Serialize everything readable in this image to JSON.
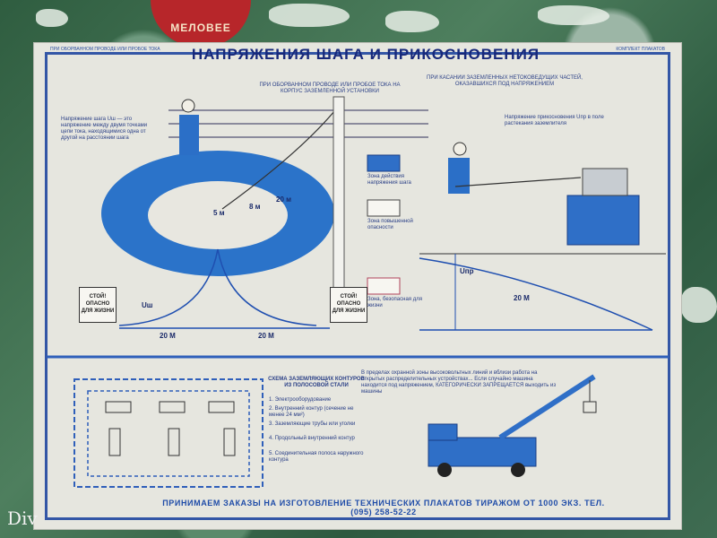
{
  "wall": {
    "sticker_text": "МЕЛОВЕЕ",
    "watermark": "Div"
  },
  "poster": {
    "title": "НАПРЯЖЕНИЯ ШАГА И ПРИКОСНОВЕНИЯ",
    "corner_left": "ПРИ ОБОРВАННОМ ПРОВОДЕ ИЛИ ПРОБОЕ ТОКА",
    "section_left": "ПРИ ОБОРВАННОМ ПРОВОДЕ ИЛИ ПРОБОЕ ТОКА НА КОРПУС ЗАЗЕМЛЕННОЙ УСТАНОВКИ",
    "section_right": "ПРИ КАСАНИИ ЗАЗЕМЛЕННЫХ НЕТОКОВЕДУЩИХ ЧАСТЕЙ, ОКАЗАВШИХСЯ ПОД НАПРЯЖЕНИЕМ",
    "step_text": "Напряжение шага Uш — это напряжение между двумя точками цепи тока, находящимися одна от другой на расстоянии шага",
    "touch_text": "Напряжение прикосновения Uпр в поле растекания заземлителя",
    "zones": [
      "Зона действия напряжения шага",
      "Зона повышенной опасности",
      "Зона, безопасная для жизни"
    ],
    "dist_labels": [
      "5 м",
      "8 м",
      "20 м"
    ],
    "bottom_dims": [
      "20 М",
      "20 М"
    ],
    "right_dim": "20 М",
    "u_labels": [
      "Uш",
      "Uпр"
    ],
    "sign_text": "СТОЙ! ОПАСНО ДЛЯ ЖИЗНИ",
    "scheme_title": "СХЕМА ЗАЗЕМЛЯЮЩИХ КОНТУРОВ ИЗ ПОЛОСОВОЙ СТАЛИ",
    "scheme_items": [
      "1. Электрооборудование",
      "2. Внутренний контур (сечение не менее 24 мм²)",
      "3. Заземляющие трубы или уголки",
      "4. Продольный внутренний контур",
      "5. Соединительная полоса наружного контура"
    ],
    "rules_text": "В пределах охранной зоны высоковольтных линий и вблизи работа на открытых распределительных устройствах... Если случайно машина находится под напряжением, КАТЕГОРИЧЕСКИ ЗАПРЕЩАЕТСЯ выходить из машины",
    "footer": "ПРИНИМАЕМ ЗАКАЗЫ НА ИЗГОТОВЛЕНИЕ ТЕХНИЧЕСКИХ ПЛАКАТОВ ТИРАЖОМ ОТ 1000 ЭКЗ. ТЕЛ. (095) 258-52-22"
  }
}
